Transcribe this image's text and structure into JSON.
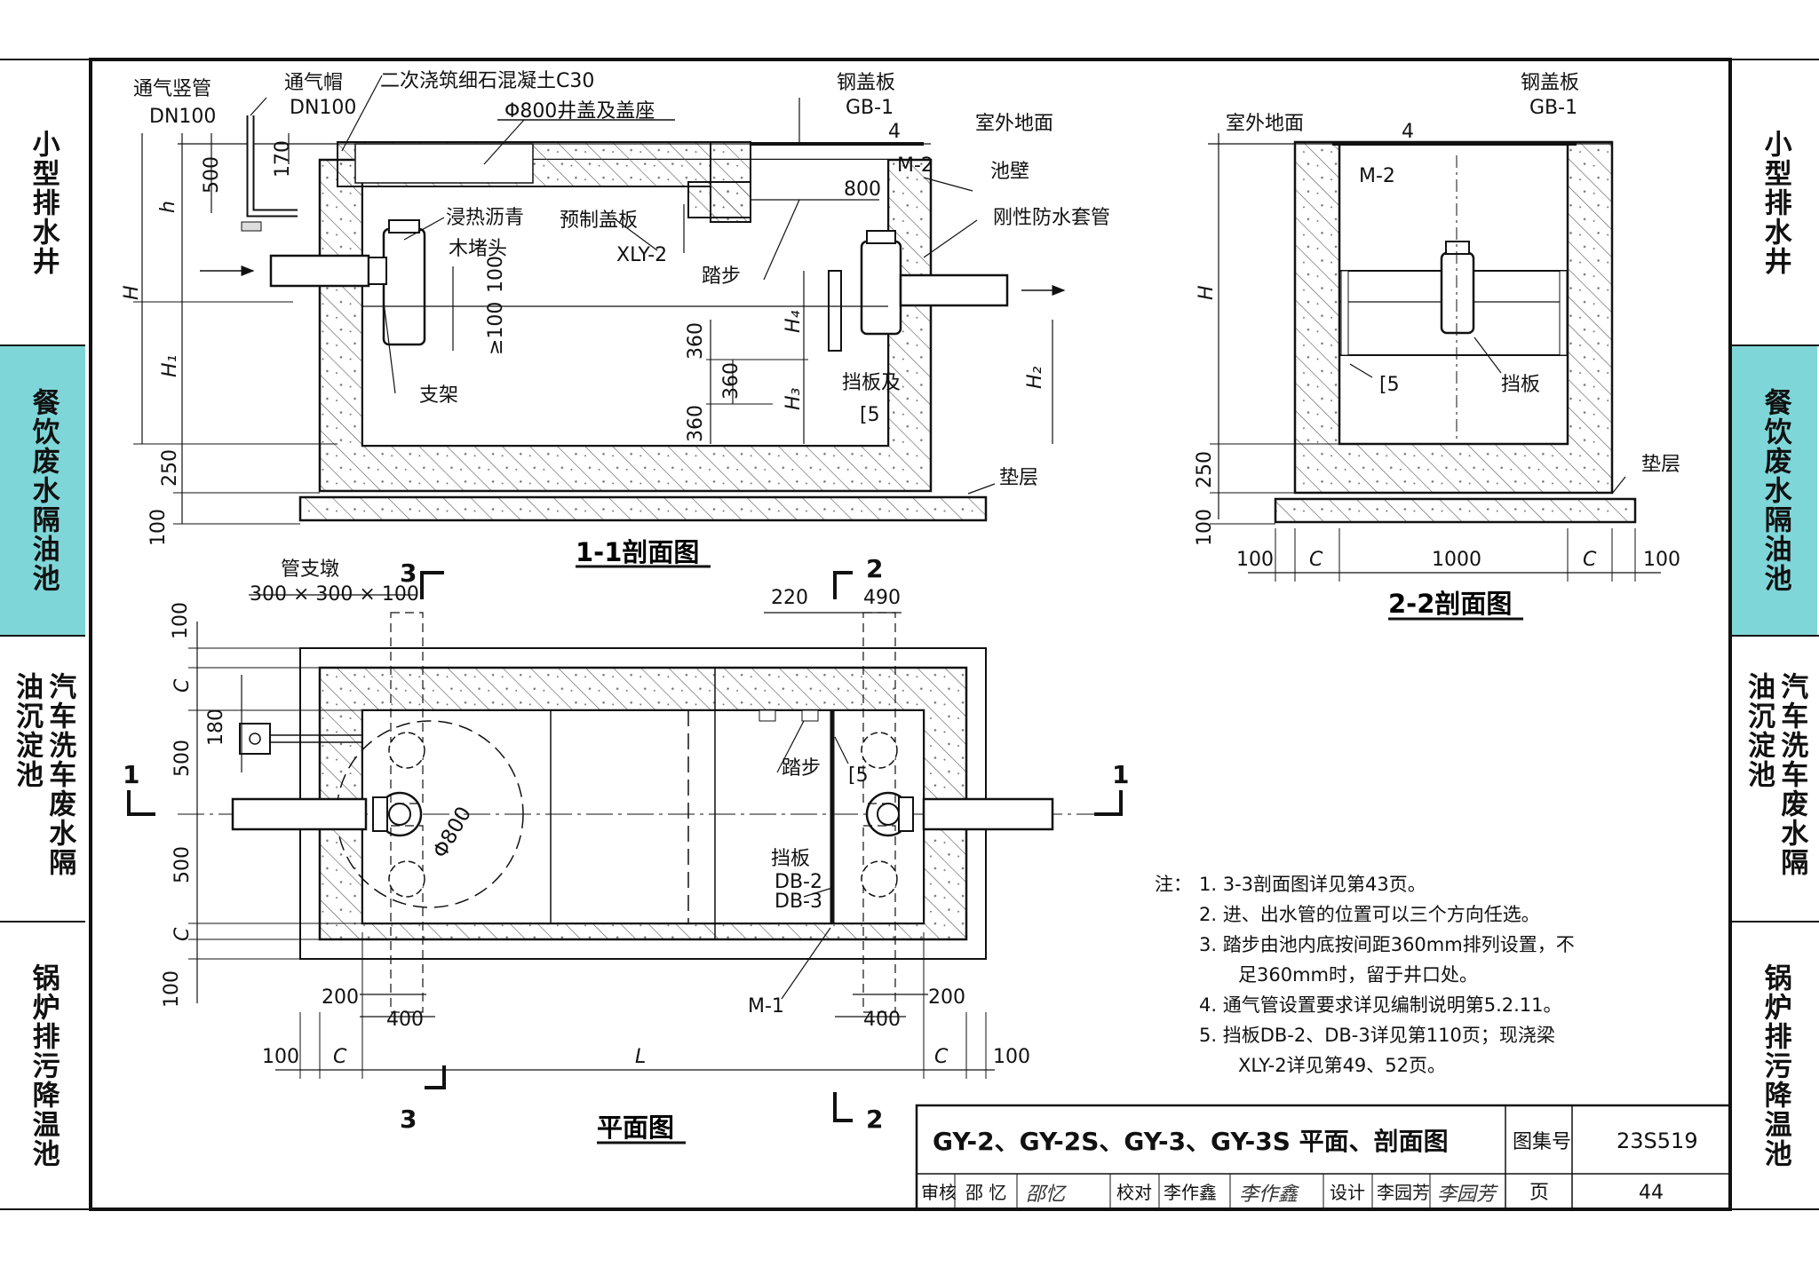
{
  "side_left": [
    {
      "label": "小型排水井",
      "highlight": false
    },
    {
      "label": "餐饮废水隔油池",
      "highlight": true
    },
    {
      "label": "汽车洗车废水隔油沉淀池",
      "highlight": false
    },
    {
      "label": "锅炉排污降温池",
      "highlight": false
    }
  ],
  "side_right": [
    {
      "label": "小型排水井",
      "highlight": false
    },
    {
      "label": "餐饮废水隔油池",
      "highlight": true
    },
    {
      "label": "汽车洗车废水隔油沉淀池",
      "highlight": false
    },
    {
      "label": "锅炉排污降温池",
      "highlight": false
    }
  ],
  "section11": {
    "title": "1-1剖面图",
    "labels": {
      "vent_pipe": "通气竖管",
      "vent_pipe_dn": "DN100",
      "vent_cap": "通气帽",
      "vent_cap_dn": "DN100",
      "concrete": "二次浇筑细石混凝土C30",
      "manhole": "Φ800井盖及盖座",
      "steel_cover": "钢盖板",
      "steel_cover_code": "GB-1",
      "ground": "室外地面",
      "m2": "M-2",
      "w800": "800",
      "wall": "池壁",
      "sleeve": "刚性防水套管",
      "asphalt": "浸热沥青",
      "plug": "木堵头",
      "precast": "预制盖板",
      "beam": "XLY-2",
      "step": "踏步",
      "baffle": "挡板及",
      "channel": "[5",
      "support": "支架",
      "cushion": "垫层",
      "h": "h",
      "H": "H",
      "H1": "H₁",
      "H2": "H₂",
      "H3": "H₃",
      "H4": "H₄",
      "d500": "500",
      "d170": "170",
      "d4": "4",
      "d100": "100",
      "dge100": "≥100",
      "d360a": "360",
      "d360b": "360",
      "d360c": "360",
      "d250": "250",
      "d100b": "100"
    }
  },
  "section22": {
    "title": "2-2剖面图",
    "labels": {
      "ground": "室外地面",
      "steel_cover": "钢盖板",
      "steel_cover_code": "GB-1",
      "d4": "4",
      "m2": "M-2",
      "H": "H",
      "channel": "[5",
      "baffle": "挡板",
      "cushion": "垫层",
      "d250": "250",
      "d100v": "100",
      "d100l": "100",
      "C1": "C",
      "d1000": "1000",
      "C2": "C",
      "d100r": "100"
    }
  },
  "plan": {
    "title": "平面图",
    "labels": {
      "pier": "管支墩",
      "pier_size": "300 × 300 × 100",
      "s3": "3",
      "s2": "2",
      "s1": "1",
      "d220": "220",
      "d490": "490",
      "d100a": "100",
      "C_top": "C",
      "d180": "180",
      "d500a": "500",
      "d500b": "500",
      "C_bot": "C",
      "d100b": "100",
      "phi": "Φ800",
      "step": "踏步",
      "channel": "[5",
      "baffle": "挡板",
      "db2": "DB-2",
      "db3": "DB-3",
      "m1": "M-1",
      "d200l": "200",
      "d400l": "400",
      "d200r": "200",
      "d400r": "400",
      "d100l": "100",
      "Cl": "C",
      "L": "L",
      "Cr": "C",
      "d100r": "100"
    }
  },
  "notes": {
    "head": "注：",
    "items": [
      "1. 3-3剖面图详见第43页。",
      "2. 进、出水管的位置可以三个方向任选。",
      "3. 踏步由池内底按间距360mm排列设置，不",
      "足360mm时，留于井口处。",
      "4. 通气管设置要求详见编制说明第5.2.11。",
      "5. 挡板DB-2、DB-3详见第110页；现浇梁",
      "XLY-2详见第49、52页。"
    ]
  },
  "title_block": {
    "title": "GY-2、GY-2S、GY-3、GY-3S 平面、剖面图",
    "atlas_label": "图集号",
    "atlas_no": "23S519",
    "review_label": "审核",
    "reviewer": "邵 忆",
    "reviewer_sig": "邵忆",
    "check_label": "校对",
    "checker": "李作鑫",
    "checker_sig": "李作鑫",
    "design_label": "设计",
    "designer": "李园芳",
    "designer_sig": "李园芳",
    "page_label": "页",
    "page_no": "44"
  }
}
